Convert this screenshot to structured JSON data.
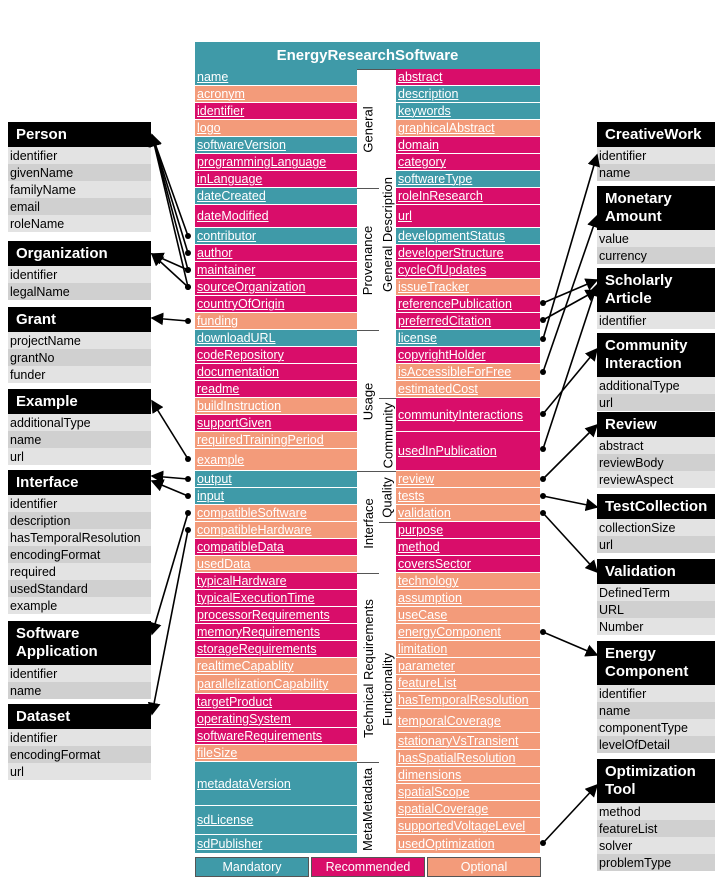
{
  "title": "EnergyResearchSoftware",
  "colors": {
    "mandatory": "#3f9aa8",
    "recommended": "#d90d6a",
    "optional": "#f39b7a"
  },
  "legend": [
    "Mandatory",
    "Recommended",
    "Optional"
  ],
  "groups": {
    "general": "General",
    "provenance": "Provenance",
    "usage": "Usage",
    "interface": "Interface",
    "technical": "Technical Requirements",
    "metametadata": "MetaMetadata",
    "general_description": "General Description",
    "community": "Community",
    "quality": "Quality",
    "functionality": "Functionality"
  },
  "left_column": [
    {
      "label": "name",
      "level": "M"
    },
    {
      "label": "acronym",
      "level": "O"
    },
    {
      "label": "identifier",
      "level": "R"
    },
    {
      "label": "logo",
      "level": "O"
    },
    {
      "label": "softwareVersion",
      "level": "M"
    },
    {
      "label": "programmingLanguage",
      "level": "R"
    },
    {
      "label": "inLanguage",
      "level": "R"
    },
    {
      "label": "dateCreated",
      "level": "M"
    },
    {
      "label": "dateModified",
      "level": "R"
    },
    {
      "label": "contributor",
      "level": "M"
    },
    {
      "label": "author",
      "level": "R"
    },
    {
      "label": "maintainer",
      "level": "R"
    },
    {
      "label": "sourceOrganization",
      "level": "R"
    },
    {
      "label": "countryOfOrigin",
      "level": "R"
    },
    {
      "label": "funding",
      "level": "O"
    },
    {
      "label": "downloadURL",
      "level": "M"
    },
    {
      "label": "codeRepository",
      "level": "R"
    },
    {
      "label": "documentation",
      "level": "R"
    },
    {
      "label": "readme",
      "level": "R"
    },
    {
      "label": "buildInstruction",
      "level": "O"
    },
    {
      "label": "supportGiven",
      "level": "R"
    },
    {
      "label": "requiredTrainingPeriod",
      "level": "O"
    },
    {
      "label": "example",
      "level": "O"
    },
    {
      "label": "output",
      "level": "M"
    },
    {
      "label": "input",
      "level": "M"
    },
    {
      "label": "compatibleSoftware",
      "level": "O"
    },
    {
      "label": "compatibleHardware",
      "level": "O"
    },
    {
      "label": "compatibleData",
      "level": "R"
    },
    {
      "label": "usedData",
      "level": "O"
    },
    {
      "label": "typicalHardware",
      "level": "R"
    },
    {
      "label": "typicalExecutionTime",
      "level": "R"
    },
    {
      "label": "processorRequirements",
      "level": "R"
    },
    {
      "label": "memoryRequirements",
      "level": "R"
    },
    {
      "label": "storageRequirements",
      "level": "R"
    },
    {
      "label": "realtimeCapablity",
      "level": "O"
    },
    {
      "label": "parallelizationCapability",
      "level": "O"
    },
    {
      "label": "targetProduct",
      "level": "R"
    },
    {
      "label": "operatingSystem",
      "level": "R"
    },
    {
      "label": "softwareRequirements",
      "level": "R"
    },
    {
      "label": "fileSize",
      "level": "O"
    },
    {
      "label": "metadataVersion",
      "level": "M"
    },
    {
      "label": "sdLicense",
      "level": "M"
    },
    {
      "label": "sdPublisher",
      "level": "M"
    }
  ],
  "right_column": [
    {
      "label": "abstract",
      "level": "R"
    },
    {
      "label": "description",
      "level": "M"
    },
    {
      "label": "keywords",
      "level": "M"
    },
    {
      "label": "graphicalAbstract",
      "level": "O"
    },
    {
      "label": "domain",
      "level": "R"
    },
    {
      "label": "category",
      "level": "R"
    },
    {
      "label": "softwareType",
      "level": "M"
    },
    {
      "label": "roleInResearch",
      "level": "R"
    },
    {
      "label": "url",
      "level": "R"
    },
    {
      "label": "developmentStatus",
      "level": "M"
    },
    {
      "label": "developerStructure",
      "level": "R"
    },
    {
      "label": "cycleOfUpdates",
      "level": "R"
    },
    {
      "label": "issueTracker",
      "level": "O"
    },
    {
      "label": "referencePublication",
      "level": "R"
    },
    {
      "label": "preferredCitation",
      "level": "R"
    },
    {
      "label": "license",
      "level": "M"
    },
    {
      "label": "copyrightHolder",
      "level": "R"
    },
    {
      "label": "isAccessibleForFree",
      "level": "O"
    },
    {
      "label": "estimatedCost",
      "level": "O"
    },
    {
      "label": "communityInteractions",
      "level": "R"
    },
    {
      "label": "usedInPublication",
      "level": "R"
    },
    {
      "label": "review",
      "level": "O"
    },
    {
      "label": "tests",
      "level": "O"
    },
    {
      "label": "validation",
      "level": "O"
    },
    {
      "label": "purpose",
      "level": "R"
    },
    {
      "label": "method",
      "level": "R"
    },
    {
      "label": "coversSector",
      "level": "R"
    },
    {
      "label": "technology",
      "level": "O"
    },
    {
      "label": "assumption",
      "level": "O"
    },
    {
      "label": "useCase",
      "level": "O"
    },
    {
      "label": "energyComponent",
      "level": "O"
    },
    {
      "label": "limitation",
      "level": "O"
    },
    {
      "label": "parameter",
      "level": "O"
    },
    {
      "label": "featureList",
      "level": "O"
    },
    {
      "label": "hasTemporalResolution",
      "level": "O"
    },
    {
      "label": "temporalCoverage",
      "level": "O"
    },
    {
      "label": "stationaryVsTransient",
      "level": "O"
    },
    {
      "label": "hasSpatialResolution",
      "level": "O"
    },
    {
      "label": "dimensions",
      "level": "O"
    },
    {
      "label": "spatialScope",
      "level": "O"
    },
    {
      "label": "spatialCoverage",
      "level": "O"
    },
    {
      "label": "supportedVoltageLevel",
      "level": "O"
    },
    {
      "label": "usedOptimization",
      "level": "O"
    }
  ],
  "left_entities": [
    {
      "name": "Person",
      "props": [
        "identifier",
        "givenName",
        "familyName",
        "email",
        "roleName"
      ]
    },
    {
      "name": "Organization",
      "props": [
        "identifier",
        "legalName"
      ]
    },
    {
      "name": "Grant",
      "props": [
        "projectName",
        "grantNo",
        "funder"
      ]
    },
    {
      "name": "Example",
      "props": [
        "additionalType",
        "name",
        "url"
      ]
    },
    {
      "name": "Interface",
      "props": [
        "identifier",
        "description",
        "hasTemporalResolution",
        "encodingFormat",
        "required",
        "usedStandard",
        "example"
      ]
    },
    {
      "name": "Software Application",
      "props": [
        "identifier",
        "name"
      ]
    },
    {
      "name": "Dataset",
      "props": [
        "identifier",
        "encodingFormat",
        "url"
      ]
    }
  ],
  "right_entities": [
    {
      "name": "CreativeWork",
      "props": [
        "identifier",
        "name"
      ]
    },
    {
      "name": "Monetary Amount",
      "props": [
        "value",
        "currency"
      ]
    },
    {
      "name": "Scholarly Article",
      "props": [
        "identifier"
      ]
    },
    {
      "name": "Community Interaction",
      "props": [
        "additionalType",
        "url"
      ]
    },
    {
      "name": "Review",
      "props": [
        "abstract",
        "reviewBody",
        "reviewAspect"
      ]
    },
    {
      "name": "TestCollection",
      "props": [
        "collectionSize",
        "url"
      ]
    },
    {
      "name": "Validation",
      "props": [
        "DefinedTerm",
        "URL",
        "Number"
      ]
    },
    {
      "name": "Energy Component",
      "props": [
        "identifier",
        "name",
        "componentType",
        "levelOfDetail"
      ]
    },
    {
      "name": "Optimization Tool",
      "props": [
        "method",
        "featureList",
        "solver",
        "problemType"
      ]
    }
  ]
}
